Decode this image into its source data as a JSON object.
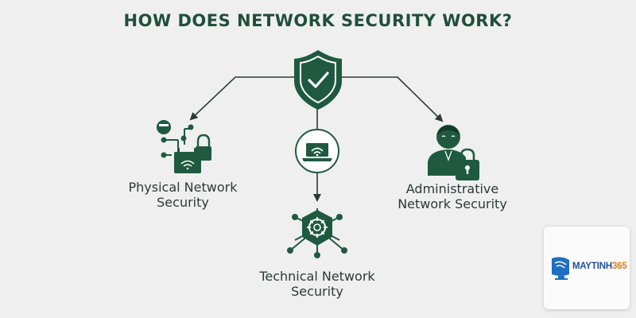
{
  "title": "HOW DOES NETWORK SECURITY WORK?",
  "nodes": {
    "physical": {
      "line1": "Physical Network",
      "line2": "Security"
    },
    "administrative": {
      "line1": "Administrative",
      "line2": "Network Security"
    },
    "technical": {
      "line1": "Technical Network",
      "line2": "Security"
    }
  },
  "logo": {
    "text_main": "MAYTINH",
    "text_accent": "365"
  },
  "icons": {
    "center": "shield-check-icon",
    "physical": "physical-security-icon",
    "administrative": "admin-user-lock-icon",
    "connector": "laptop-wifi-icon",
    "technical": "gear-network-icon"
  },
  "colors": {
    "dark_green": "#1f5a40",
    "text": "#2b3a36",
    "title": "#1f4f3d",
    "background": "#efefef"
  }
}
